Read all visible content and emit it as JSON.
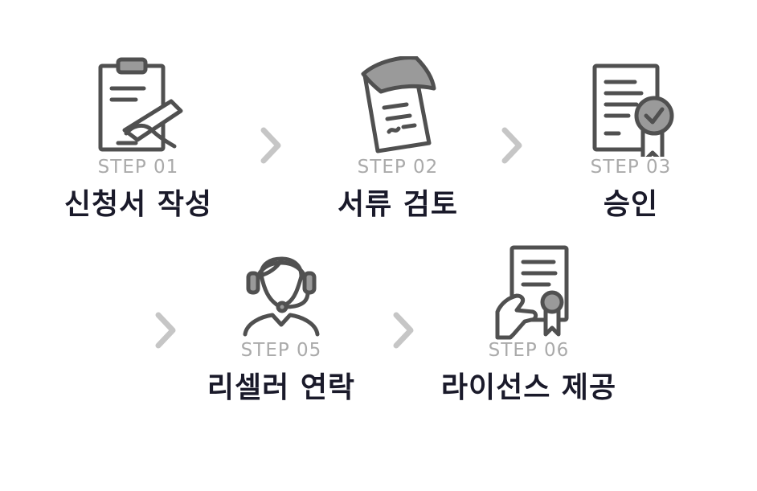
{
  "steps": [
    {
      "label": "STEP 01",
      "title": "신청서 작성",
      "icon": "clipboard-pen-icon"
    },
    {
      "label": "STEP 02",
      "title": "서류 검토",
      "icon": "document-review-icon"
    },
    {
      "label": "STEP 03",
      "title": "승인",
      "icon": "certificate-approved-icon"
    },
    {
      "label": "STEP 05",
      "title": "리셀러 연락",
      "icon": "headset-agent-icon"
    },
    {
      "label": "STEP 06",
      "title": "라이선스 제공",
      "icon": "license-certificate-icon"
    }
  ],
  "colors": {
    "label": "#aaaaaa",
    "title": "#1a1a2a",
    "icon": "#505050",
    "chevron": "#c6c6c6"
  }
}
